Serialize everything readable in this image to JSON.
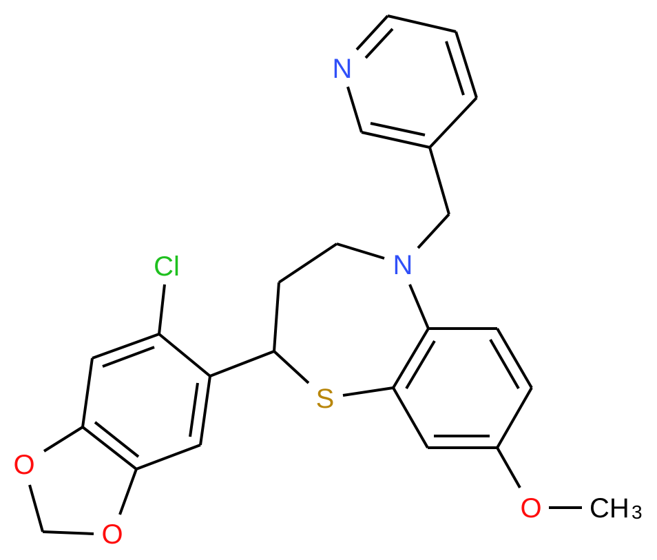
{
  "molecule": {
    "description": "2-(6-chloro-1,3-benzodioxol-5-yl)-8-methoxy-5-(pyridin-3-ylmethyl)-2,3-dihydro-1,5-benzothiazepine",
    "colors": {
      "bond": "#000000",
      "N": "#3050F8",
      "O": "#FF0D0D",
      "S": "#B8860B",
      "Cl": "#1FC01F",
      "C": "#000000"
    },
    "labels": {
      "pyridine_N": "N",
      "ring_N": "N",
      "S": "S",
      "Cl": "Cl",
      "dioxole_O1": "O",
      "dioxole_O2": "O",
      "methoxy_O": "O",
      "methyl_C": "CH",
      "methyl_sub": "3"
    }
  }
}
